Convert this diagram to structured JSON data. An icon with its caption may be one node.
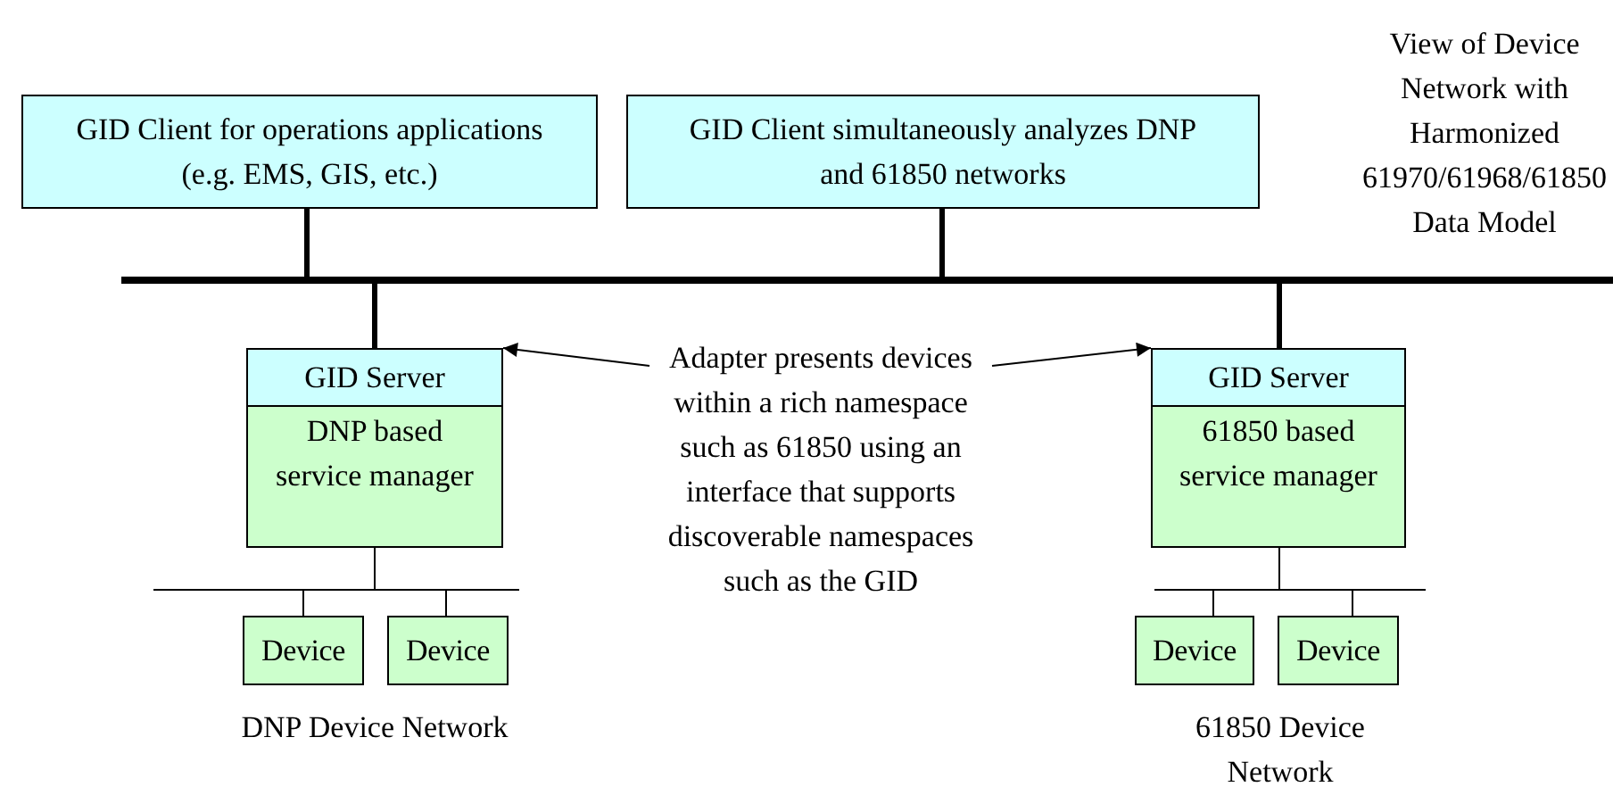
{
  "diagram": {
    "nodes": [
      {
        "text": [
          "GID Client for operations applications (e.g. EMS, GIS, etc.)"
        ]
      },
      {
        "text": [
          "GID Client simultaneously analyzes DNP and 61850 networks"
        ]
      },
      {
        "text": [],
        "shape": "bar"
      },
      {
        "text": [
          "GID Server",
          "DNP based service manager"
        ]
      },
      {
        "text": [
          "GID Server",
          "61850 based service manager"
        ]
      },
      {
        "text": [
          "Adapter presents devices within a rich namespace such as 61850 using an interface that supports discoverable namespaces such as the GID"
        ]
      },
      {
        "text": [],
        "shape": "bar"
      },
      {
        "text": [
          "Device"
        ]
      },
      {
        "text": [
          "Device"
        ]
      },
      {
        "text": [],
        "shape": "bar"
      },
      {
        "text": [
          "Device"
        ]
      },
      {
        "text": [
          "Device"
        ]
      }
    ],
    "edges": [
      {
        "from": 0,
        "to": 2,
        "arrow": "none",
        "style": "thick"
      },
      {
        "from": 1,
        "to": 2,
        "arrow": "none",
        "style": "thick"
      },
      {
        "from": 2,
        "to": 3,
        "arrow": "none",
        "style": "thick"
      },
      {
        "from": 2,
        "to": 4,
        "arrow": "none",
        "style": "thick"
      },
      {
        "from": 5,
        "to": 3,
        "arrow": "to"
      },
      {
        "from": 5,
        "to": 4,
        "arrow": "to"
      },
      {
        "from": 3,
        "to": 6,
        "arrow": "none"
      },
      {
        "from": 6,
        "to": 7,
        "arrow": "none"
      },
      {
        "from": 6,
        "to": 8,
        "arrow": "none"
      },
      {
        "from": 4,
        "to": 9,
        "arrow": "none"
      },
      {
        "from": 9,
        "to": 10,
        "arrow": "none"
      },
      {
        "from": 9,
        "to": 11,
        "arrow": "none"
      }
    ],
    "labels": [
      "View of Device Network with Harmonized 61970/61968/61850 Data Model",
      "DNP Device Network",
      "61850 Device Network"
    ]
  }
}
